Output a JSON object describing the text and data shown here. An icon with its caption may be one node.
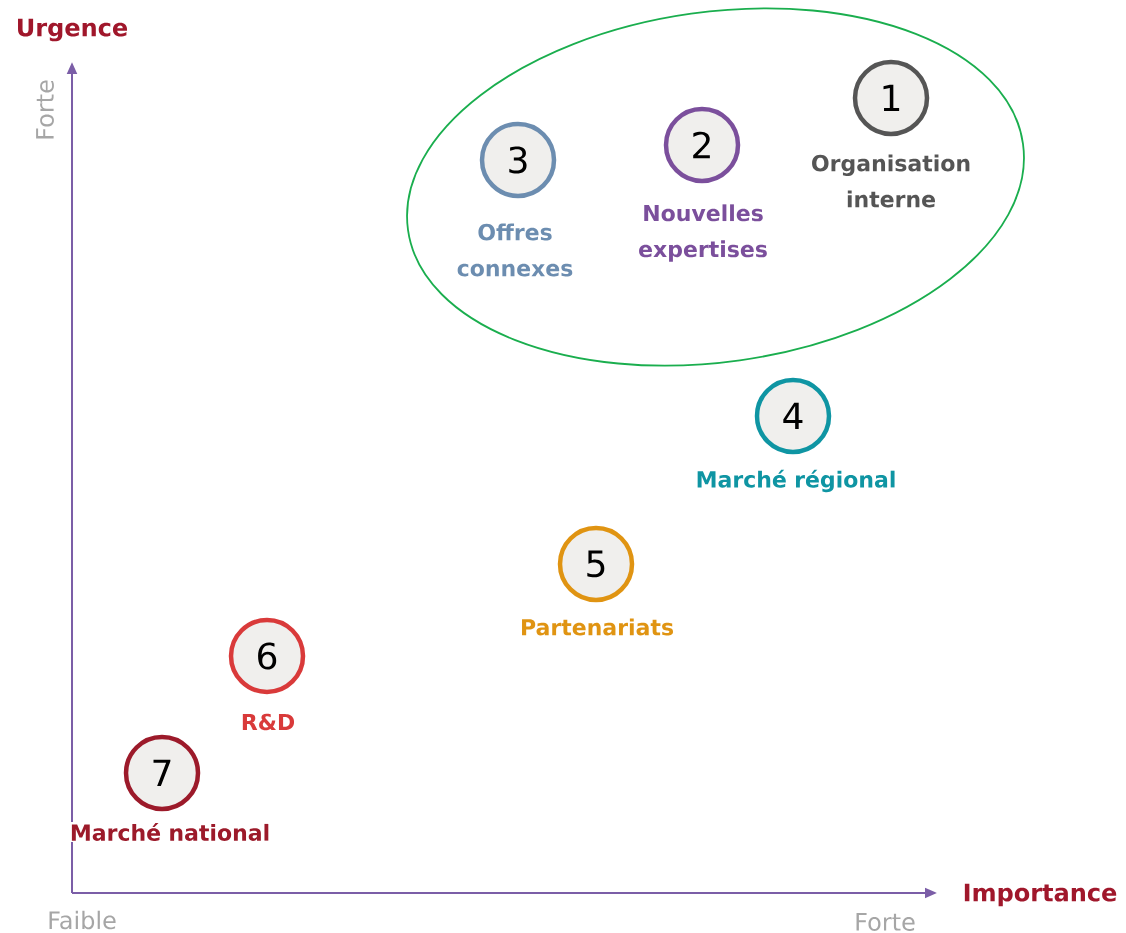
{
  "diagram": {
    "nodes": [
      {
        "text": [],
        "shape": "ellipse"
      },
      {
        "text": [
          "1"
        ],
        "beside": [
          "Organisation interne"
        ],
        "in": 0
      },
      {
        "text": [
          "2"
        ],
        "beside": [
          "Nouvelles expertises"
        ],
        "in": 0
      },
      {
        "text": [
          "3"
        ],
        "beside": [
          "Offres connexes"
        ],
        "in": 0
      },
      {
        "text": [
          "4"
        ],
        "beside": [
          "Marché régional"
        ]
      },
      {
        "text": [
          "5"
        ],
        "beside": [
          "Partenariats"
        ]
      },
      {
        "text": [
          "6"
        ],
        "beside": [
          "R&D"
        ]
      },
      {
        "text": [
          "7"
        ],
        "beside": [
          "Marché national"
        ]
      }
    ],
    "edges": [],
    "labels": [
      "Urgence",
      "Forte",
      "Faible",
      "Forte",
      "Importance"
    ]
  }
}
